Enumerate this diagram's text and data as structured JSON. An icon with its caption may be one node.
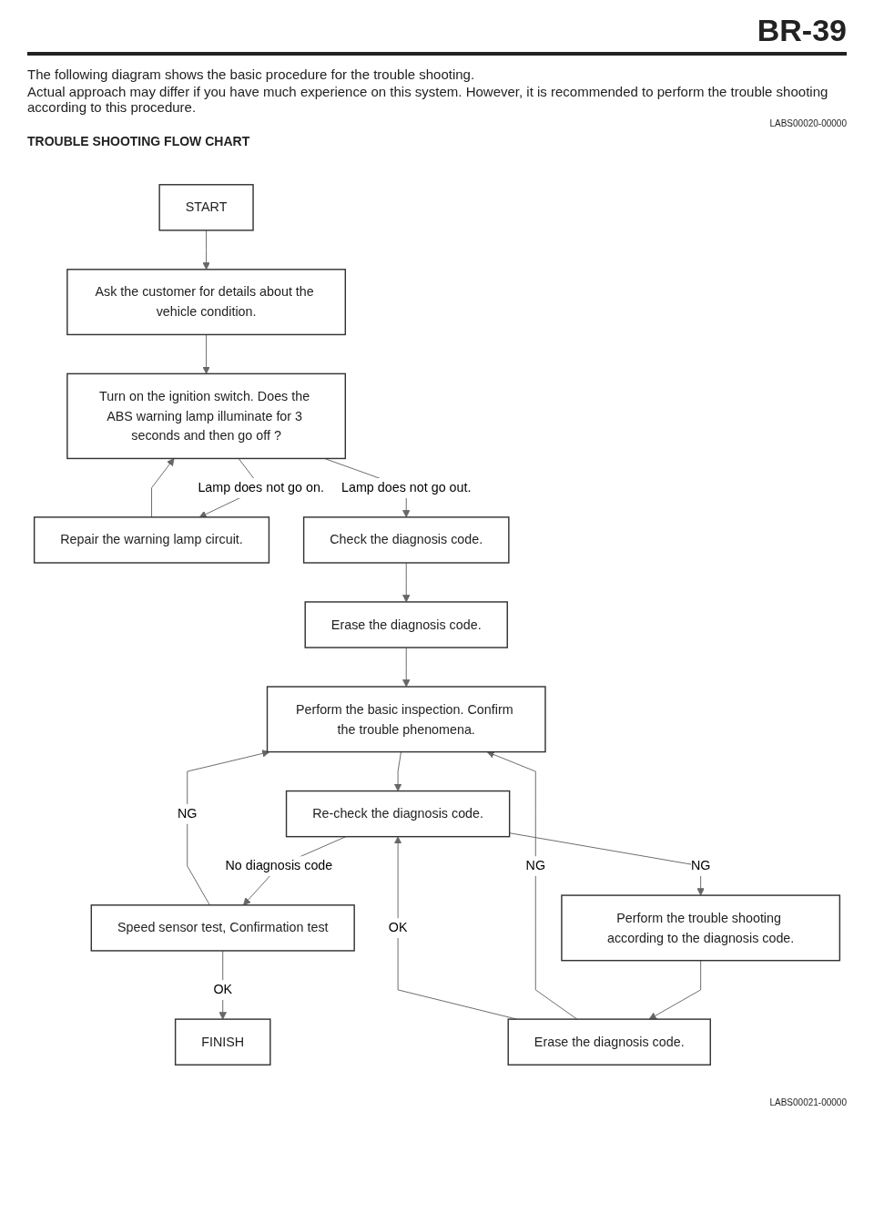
{
  "diagram": {
    "title": "TROUBLE SHOOTING FLOW CHART",
    "nodes": [
      {
        "text": [
          "START"
        ]
      },
      {
        "text": [
          "Ask the customer for details about the vehicle condition."
        ]
      },
      {
        "text": [
          "Turn on the ignition switch. Does the ABS warning lamp illuminate for 3 seconds and then go off ?"
        ]
      },
      {
        "text": [
          "Repair the warning lamp circuit."
        ]
      },
      {
        "text": [
          "Check the diagnosis code."
        ]
      },
      {
        "text": [
          "Erase the diagnosis code."
        ]
      },
      {
        "text": [
          "Perform the basic inspection. Confirm the trouble phenomena."
        ]
      },
      {
        "text": [
          "Re-check the diagnosis code."
        ]
      },
      {
        "text": [
          "Speed sensor test, Confirmation test"
        ]
      },
      {
        "text": [
          "Perform the trouble shooting according to the diagnosis code."
        ]
      },
      {
        "text": [
          "FINISH"
        ]
      },
      {
        "text": [
          "Erase the diagnosis code."
        ]
      }
    ],
    "edges": [
      {
        "from": 0,
        "to": 1,
        "arrow": "to"
      },
      {
        "from": 1,
        "to": 2,
        "arrow": "to"
      },
      {
        "from": 2,
        "to": 3,
        "arrow": "to",
        "label": "Lamp does not go on."
      },
      {
        "from": 3,
        "to": 2,
        "arrow": "to"
      },
      {
        "from": 2,
        "to": 4,
        "arrow": "to",
        "label": "Lamp does not go out."
      },
      {
        "from": 4,
        "to": 5,
        "arrow": "to"
      },
      {
        "from": 5,
        "to": 6,
        "arrow": "to"
      },
      {
        "from": 6,
        "to": 7,
        "arrow": "to"
      },
      {
        "from": 7,
        "to": 8,
        "arrow": "to",
        "label": "No diagnosis code"
      },
      {
        "from": 8,
        "to": 6,
        "arrow": "to",
        "label": "NG"
      },
      {
        "from": 8,
        "to": 10,
        "arrow": "to",
        "label": "OK"
      },
      {
        "from": 7,
        "to": 9,
        "arrow": "to",
        "label": "NG"
      },
      {
        "from": 9,
        "to": 11,
        "arrow": "to"
      },
      {
        "from": 11,
        "to": 6,
        "arrow": "to",
        "label": "NG"
      },
      {
        "from": 11,
        "to": 7,
        "arrow": "to",
        "label": "OK"
      }
    ],
    "labels": [
      "BR-39",
      "The following diagram shows the basic procedure for the trouble shooting.",
      "Actual approach may differ if you have much experience on this system. However, it is recommended to perform the trouble shooting according to this procedure.",
      "LABS00020-00000",
      "LABS00021-00000"
    ]
  }
}
